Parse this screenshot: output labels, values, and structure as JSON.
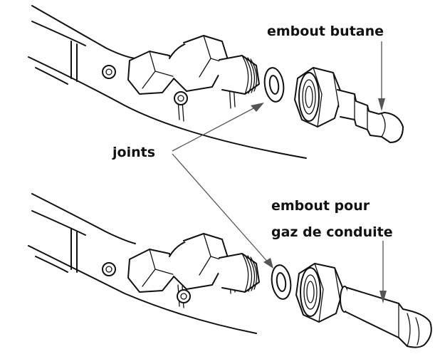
{
  "labels": {
    "embout_butane": "embout butane",
    "joints": "joints",
    "embout_pour_line1": "embout pour",
    "embout_pour_line2": "gaz de conduite"
  },
  "colors": {
    "ink": "#111111",
    "leader": "#555555",
    "background": "#ffffff"
  }
}
